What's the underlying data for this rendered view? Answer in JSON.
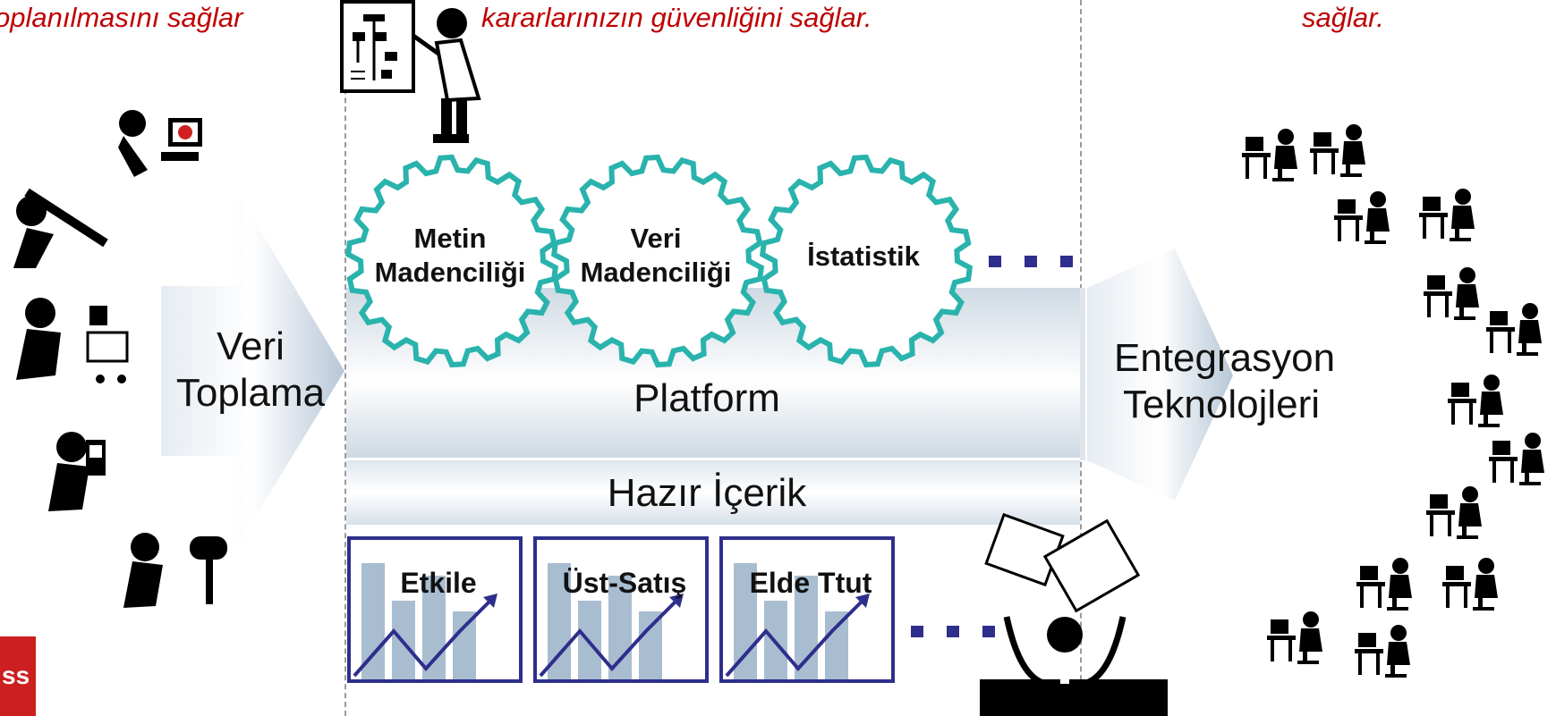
{
  "captions": {
    "left": "oplanılmasını sağlar",
    "center": "kararlarınızın güvenliğini sağlar.",
    "right": "sağlar."
  },
  "veri_toplama": {
    "line1": "Veri",
    "line2": "Toplama"
  },
  "platform": {
    "label": "Platform"
  },
  "hazir_icerik": {
    "label": "Hazır İçerik"
  },
  "entegrasyon": {
    "line1": "Entegrasyon",
    "line2": "Teknolojleri"
  },
  "gears": [
    {
      "line1": "Metin",
      "line2": "Madenciliği"
    },
    {
      "line1": "Veri",
      "line2": "Madenciliği"
    },
    {
      "line1": "İstatistik",
      "line2": ""
    }
  ],
  "content_boxes": [
    {
      "label": "Etkile"
    },
    {
      "label": "Üst-Satış"
    },
    {
      "label": "Elde Ttut"
    }
  ],
  "logo_text": "ss",
  "colors": {
    "caption": "#c00000",
    "gear_outline": "#2ab3ad",
    "box_outline": "#2e2e8c",
    "dots": "#2e2e8c",
    "bars": "#a9bdd0",
    "logo": "#cc1f1f"
  }
}
